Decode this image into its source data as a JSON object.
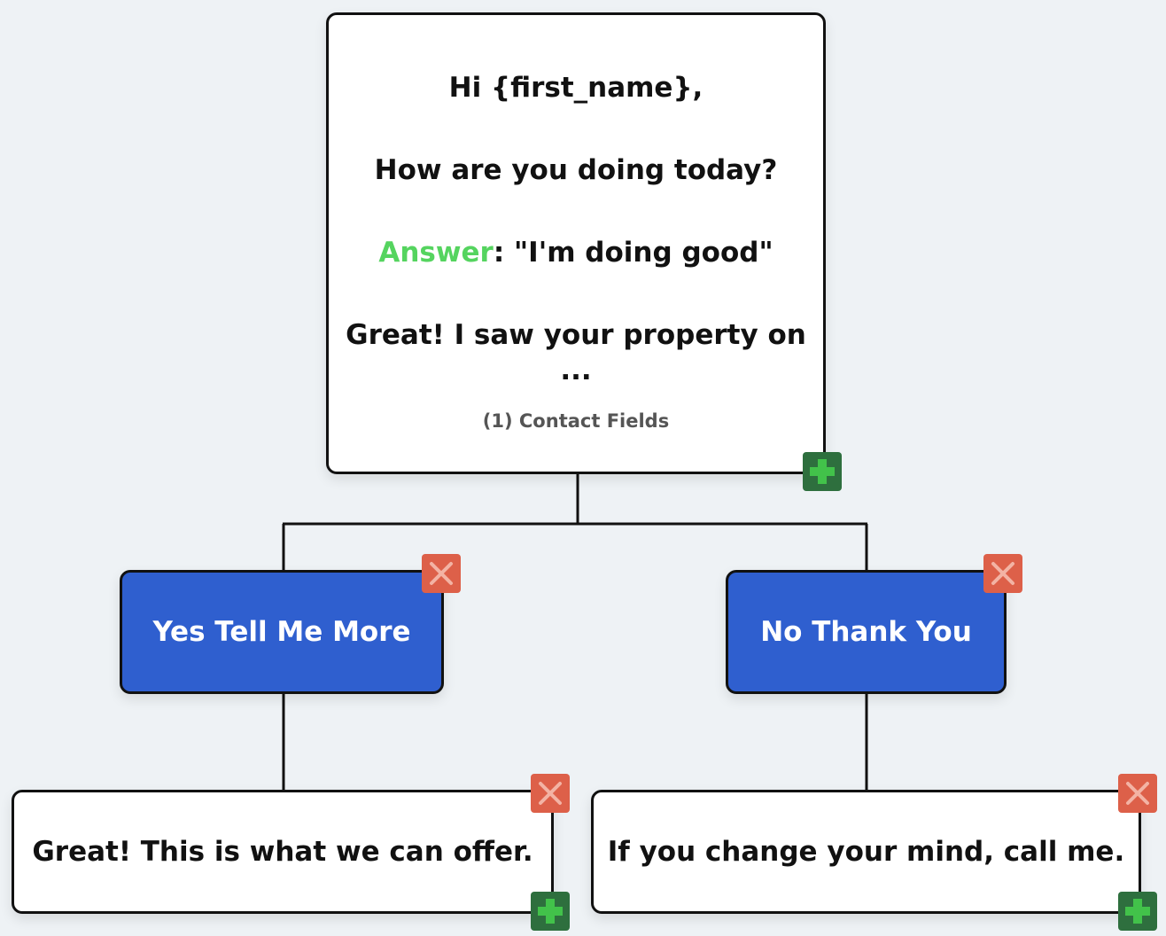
{
  "root": {
    "greeting": "Hi {first_name},",
    "question": "How are you doing today?",
    "answer_label": "Answer",
    "answer_text": ": \"I'm doing good\"",
    "followup": "Great! I saw your property on",
    "ellipsis": "...",
    "contact_fields": "(1) Contact Fields"
  },
  "options": [
    {
      "label": "Yes Tell Me More",
      "response": "Great! This is what we can offer."
    },
    {
      "label": "No Thank You",
      "response": "If you change your mind, call me."
    }
  ],
  "colors": {
    "background": "#eef2f5",
    "option_fill": "#2f5fcf",
    "answer_label": "#55d45f",
    "add_button": "#2e6f3e",
    "delete_button": "#dd6049",
    "border": "#111111"
  },
  "icons": {
    "add": "plus-icon",
    "delete": "close-icon"
  }
}
